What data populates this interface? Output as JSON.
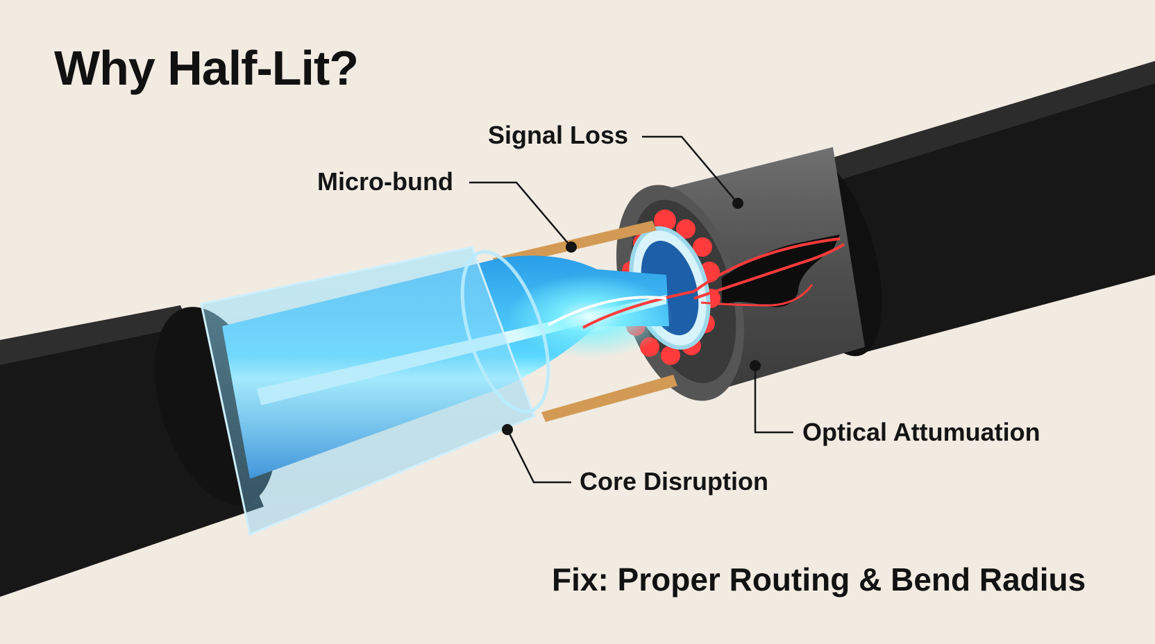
{
  "title": "Why Half-Lit?",
  "labels": {
    "signal_loss": "Signal Loss",
    "micro_bund": "Micro-bund",
    "optical_attumuation": "Optical Attumuation",
    "core_disruption": "Core Disruption"
  },
  "footer": "Fix: Proper Routing & Bend Radius",
  "colors": {
    "background": "#f1ebe2",
    "jacket": "#151515",
    "core": "#2d8fe0",
    "glow": "#7ff3ff",
    "stress": "#ff3b3b",
    "strength_rods": "#d39a55"
  },
  "icons": [
    "leader-dot",
    "leader-line"
  ]
}
